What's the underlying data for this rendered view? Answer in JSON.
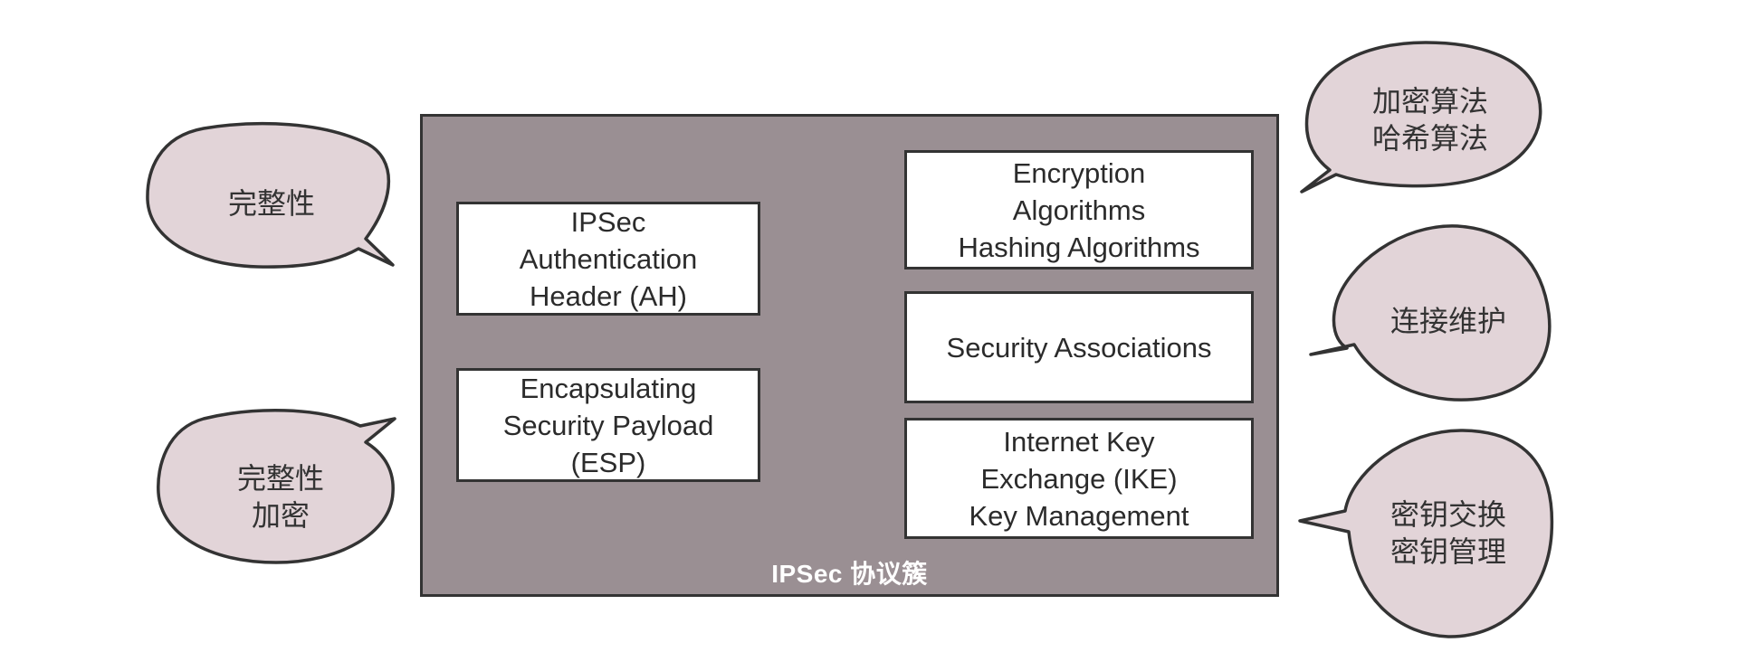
{
  "suite": {
    "title": "IPSec 协议簇"
  },
  "components": {
    "ah": "IPSec\nAuthentication\nHeader (AH)",
    "esp": "Encapsulating\nSecurity Payload\n(ESP)",
    "algorithms": "Encryption\nAlgorithms\nHashing Algorithms",
    "sa": "Security Associations",
    "ike": "Internet Key\nExchange (IKE)\nKey Management"
  },
  "callouts": {
    "ah": "完整性",
    "esp": "完整性\n加密",
    "algorithms": "加密算法\n哈希算法",
    "sa": "连接维护",
    "ike": "密钥交换\n密钥管理"
  },
  "colors": {
    "suite_fill": "#9a8f93",
    "box_fill": "#ffffff",
    "bubble_fill": "#e2d4d8",
    "outline": "#333333"
  }
}
